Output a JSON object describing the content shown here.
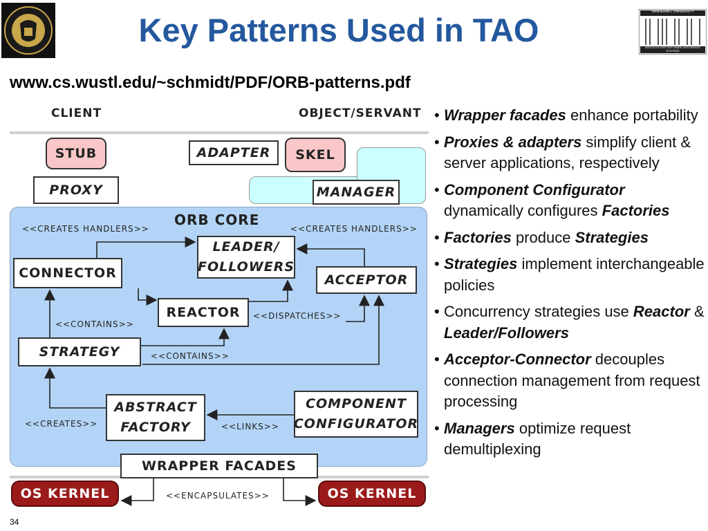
{
  "title": "Key Patterns Used in TAO",
  "url": "www.cs.wustl.edu/~schmidt/PDF/ORB-patterns.pdf",
  "page_number": "34",
  "logos": {
    "left": "vanderbilt-university-seal",
    "right_top": "VANDERBILT UNIVERSITY",
    "right_bottom": "INSTITUTE FOR SOFTWARE INTEGRATED SYSTEMS"
  },
  "diagram": {
    "client_label": "CLIENT",
    "object_servant_label": "OBJECT/SERVANT",
    "stub": "STUB",
    "proxy": "PROXY",
    "adapter": "ADAPTER",
    "skel": "SKEL",
    "manager": "MANAGER",
    "orb_core": "ORB CORE",
    "creates_handlers_left": "<<CREATES HANDLERS>>",
    "creates_handlers_right": "<<CREATES HANDLERS>>",
    "leader_followers_line1": "LEADER/",
    "leader_followers_line2": "FOLLOWERS",
    "connector": "CONNECTOR",
    "acceptor": "ACCEPTOR",
    "reactor": "REACTOR",
    "dispatches": "<<DISPATCHES>>",
    "contains_top": "<<CONTAINS>>",
    "strategy": "STRATEGY",
    "contains_bottom": "<<CONTAINS>>",
    "abstract_factory_line1": "ABSTRACT",
    "abstract_factory_line2": "FACTORY",
    "component_configurator_line1": "COMPONENT",
    "component_configurator_line2": "CONFIGURATOR",
    "creates": "<<CREATES>>",
    "links": "<<LINKS>>",
    "wrapper_facades": "WRAPPER  FACADES",
    "os_kernel_left": "OS  KERNEL",
    "os_kernel_right": "OS  KERNEL",
    "encapsulates": "<<ENCAPSULATES>>"
  },
  "colors": {
    "title": "#24589e",
    "orb_core_bg": "#b3d4f6",
    "pink": "#f9c7c7",
    "cyan": "#ccffff",
    "os_kernel": "#9b1b1b"
  },
  "bullets": [
    {
      "bold": "Wrapper facades",
      "rest": " enhance portability"
    },
    {
      "bold": "Proxies & adapters",
      "rest": " simplify client & server applications, respectively"
    },
    {
      "bold": "Component Configurator",
      "rest": " dynamically configures ",
      "bold2": "Factories",
      "rest2": ""
    },
    {
      "bold": "Factories",
      "rest": " produce ",
      "bold2": "Strategies",
      "rest2": ""
    },
    {
      "bold": "Strategies",
      "rest": " implement interchangeable policies"
    },
    {
      "bold": "",
      "rest": "Concurrency strategies use ",
      "bold2": "Reactor",
      "rest2": " & ",
      "bold3": "Leader/Followers"
    },
    {
      "bold": "Acceptor-Connector",
      "rest": " decouples connection management from request processing"
    },
    {
      "bold": "Managers",
      "rest": " optimize request demultiplexing"
    }
  ]
}
